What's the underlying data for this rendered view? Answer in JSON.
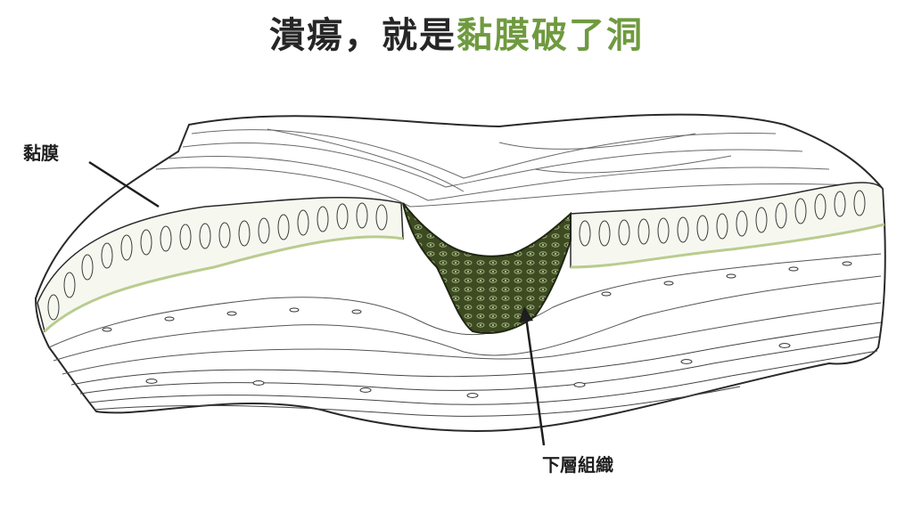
{
  "title": {
    "prefix": "潰瘍，就是",
    "highlight": "黏膜破了洞",
    "highlight_color": "#6f9a3f"
  },
  "labels": {
    "mucosa": "黏膜",
    "submucosa": "下層組織"
  },
  "colors": {
    "line": "#2a2a2a",
    "ulcer_fill": "#3d4a22",
    "mucosa_tint": "#dfe9c9",
    "background": "#ffffff"
  }
}
